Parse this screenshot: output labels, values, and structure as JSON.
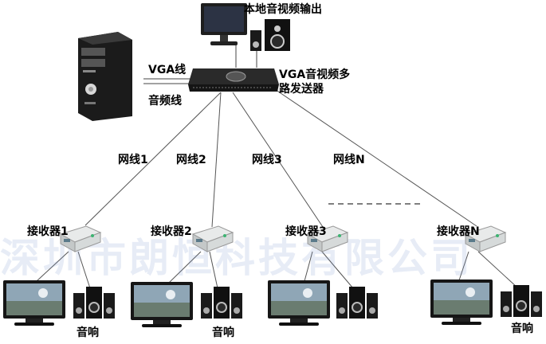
{
  "diagram": {
    "monitor_label": "本地音视频输出",
    "vga_cable_label": "VGA线",
    "audio_cable_label": "音频线",
    "sender_label_line1": "VGA音视频多",
    "sender_label_line2": "路发送器",
    "network_cables": [
      "网线1",
      "网线2",
      "网线3",
      "网线N"
    ],
    "receivers": [
      "接收器1",
      "接收器2",
      "接收器3",
      "接收器N"
    ],
    "speaker_labels": [
      "音响",
      "音响",
      "音响"
    ],
    "watermark": "深圳市朗恒科技有限公司"
  }
}
